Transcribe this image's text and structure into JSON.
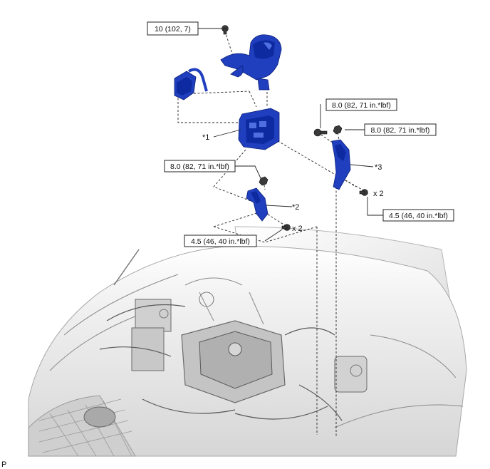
{
  "torque_specs": {
    "harness_bolt": "10 (102, 7)",
    "bracket3_bolt": "8.0 (82, 71 in.*lbf)",
    "bracket3_nut": "8.0 (82, 71 in.*lbf)",
    "bracket2_nut": "8.0 (82, 71 in.*lbf)",
    "bracket3_lower_bolts": "4.5 (46, 40 in.*lbf)",
    "bracket2_lower_bolts": "4.5 (46, 40 in.*lbf)"
  },
  "part_labels": {
    "part1": "*1",
    "part2": "*2",
    "part3": "*3"
  },
  "quantities": {
    "bracket3_bolts": "x 2",
    "bracket2_bolts": "x 2"
  },
  "corner_mark": "P",
  "colors": {
    "part_blue": "#1f3fbf",
    "engine_gray": "#8a8a8a"
  },
  "icons": [
    "bolt-icon",
    "nut-icon"
  ]
}
